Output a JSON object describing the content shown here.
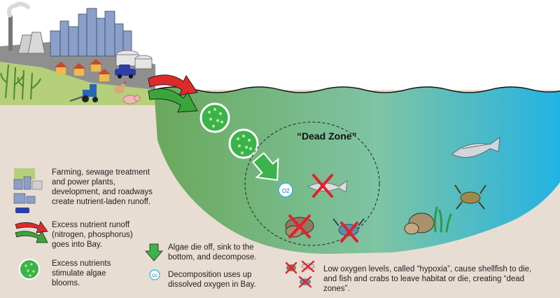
{
  "diagram": {
    "dead_zone_label": "“Dead Zone”",
    "o2_symbol": "O2"
  },
  "legend": {
    "runoff_sources": "Farming, sewage treatment and power plants, development, and roadways create nutrient-laden runoff.",
    "nutrient_runoff": "Excess nutrient runoff (nitrogen, phosphorus) goes into Bay.",
    "algae_blooms": "Excess nutrients stimulate algae blooms.",
    "algae_die": "Algae die off, sink to the bottom, and decompose.",
    "decomposition": "Decomposition uses up dissolved oxygen in Bay.",
    "hypoxia": "Low oxygen levels, called “hypoxia”, cause shellfish to die, and fish and crabs to leave habitat or die, creating “dead zones”."
  },
  "colors": {
    "land": "#e8ddd2",
    "water_left": "#6fae5b",
    "water_right": "#2ab6e0",
    "arrow_red": "#e02a2a",
    "arrow_green": "#3aa63a",
    "algae": "#3cb34a",
    "x_mark": "#e4202a"
  }
}
